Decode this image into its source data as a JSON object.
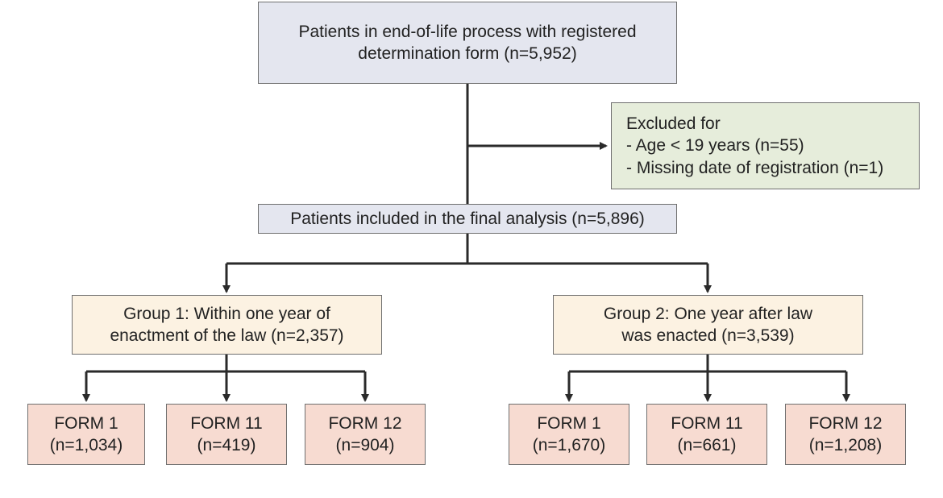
{
  "top": {
    "line1": "Patients in end-of-life process with registered",
    "line2": "determination form (n=5,952)"
  },
  "excluded": {
    "line1": "Excluded for",
    "line2": "- Age < 19 years (n=55)",
    "line3": "- Missing date of registration (n=1)"
  },
  "included": {
    "text": "Patients included in the final analysis (n=5,896)"
  },
  "group1": {
    "line1": "Group 1: Within one year of",
    "line2": "enactment of the law (n=2,357)",
    "forms": [
      {
        "name": "FORM 1",
        "count": "(n=1,034)"
      },
      {
        "name": "FORM 11",
        "count": "(n=419)"
      },
      {
        "name": "FORM 12",
        "count": "(n=904)"
      }
    ]
  },
  "group2": {
    "line1": "Group 2: One year after law",
    "line2": "was enacted (n=3,539)",
    "forms": [
      {
        "name": "FORM 1",
        "count": "(n=1,670)"
      },
      {
        "name": "FORM 11",
        "count": "(n=661)"
      },
      {
        "name": "FORM 12",
        "count": "(n=1,208)"
      }
    ]
  },
  "colors": {
    "blue_box": "#e4e6ef",
    "green_box": "#e6eddb",
    "group_box": "#fcf2e2",
    "form_box": "#f7dbd1",
    "line": "#2a2a2a"
  }
}
